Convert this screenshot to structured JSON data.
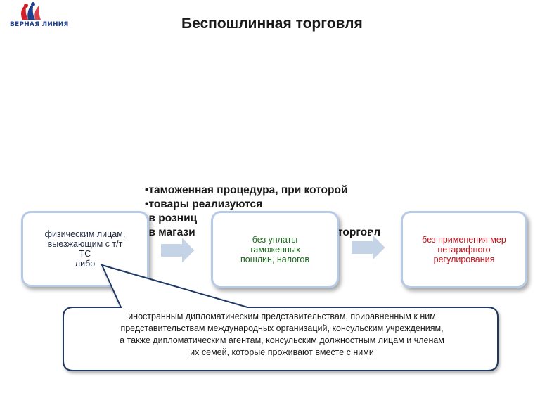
{
  "header": {
    "logo_text": "ВЕРНАЯ ЛИНИЯ",
    "title": "Беспошлинная торговля"
  },
  "bullets": [
    "таможенная процедура, при которой",
    "товары реализуются",
    "в розниц",
    "в магази"
  ],
  "bullet_fragment": "торговл",
  "boxes": {
    "left": {
      "line1": "физическим лицам,",
      "line2": "выезжающим с т/т",
      "line3": "ТС",
      "line4": "либо"
    },
    "middle": {
      "line1": "без уплаты",
      "line2": "таможенных",
      "line3": "пошлин, налогов"
    },
    "right": {
      "line1": "без применения мер",
      "line2": "нетарифного",
      "line3": "регулирования"
    }
  },
  "callout": {
    "line1": "иностранным дипломатическим представительствам, приравненным к ним",
    "line2": "представительствам международных организаций, консульским учреждениям,",
    "line3": "а также дипломатическим агентам, консульским должностным лицам и членам",
    "line4": "их семей, которые проживают вместе с ними"
  },
  "colors": {
    "box_border": "#b7cbe6",
    "arrow_fill": "#c5d3e6",
    "middle_text": "#1d6a1d",
    "right_text": "#c0141c",
    "logo_blue": "#1f3f8f",
    "logo_red": "#d2202a"
  }
}
